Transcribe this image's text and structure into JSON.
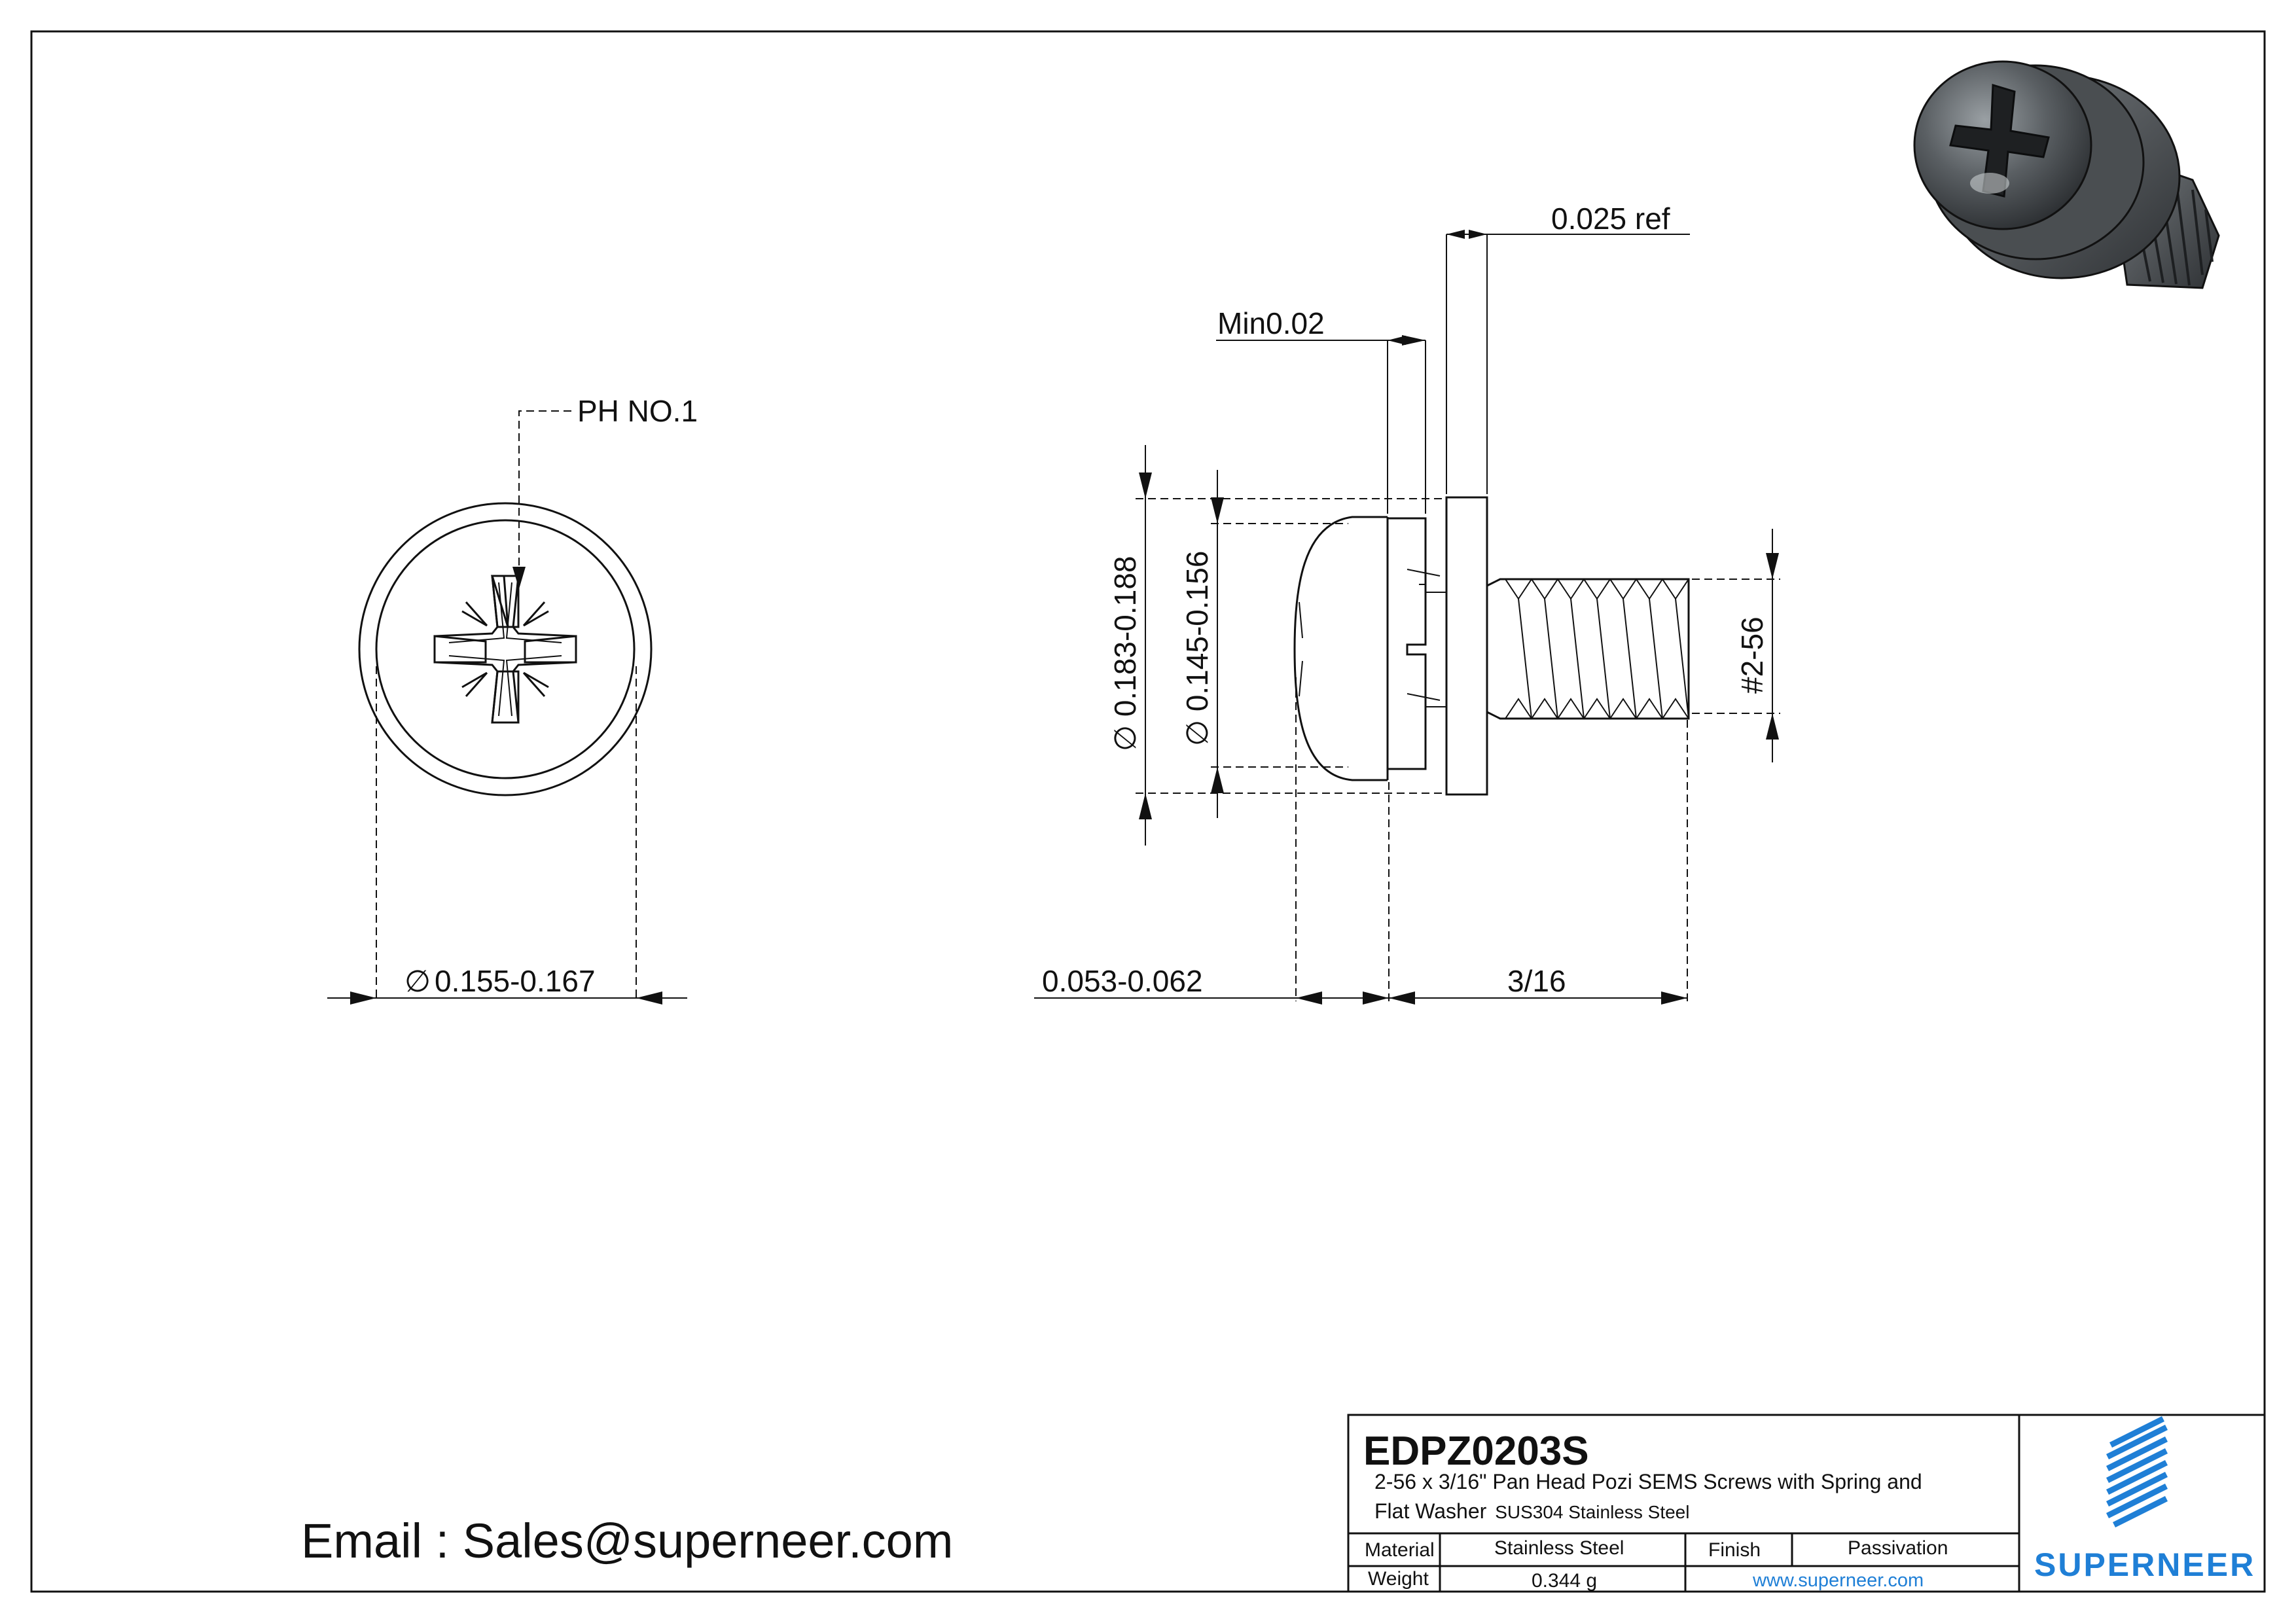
{
  "front_view": {
    "drive_label": "PH NO.1",
    "head_diameter": "0.155-0.167"
  },
  "side_view": {
    "washer_thickness": "0.025 ref",
    "spring_gap": "Min0.02",
    "outer_diameter": "0.183-0.188",
    "inner_diameter": "0.145-0.156",
    "thread": "#2-56",
    "head_height": "0.053-0.062",
    "length": "3/16"
  },
  "title_block": {
    "part_number": "EDPZ0203S",
    "description_line1": "2-56 x 3/16\" Pan Head Pozi SEMS Screws with Spring and",
    "description_line2": "Flat Washer",
    "description_material": "SUS304 Stainless Steel",
    "material_label": "Material",
    "material_value": "Stainless Steel",
    "finish_label": "Finish",
    "finish_value": "Passivation",
    "weight_label": "Weight",
    "weight_value": "0.344 g",
    "website": "www.superneer.com",
    "brand": "SUPERNEER"
  },
  "email": "Email : Sales@superneer.com",
  "colors": {
    "brand_blue": "#1f7fd6",
    "line": "#111111",
    "render_gray": "#55595c"
  }
}
